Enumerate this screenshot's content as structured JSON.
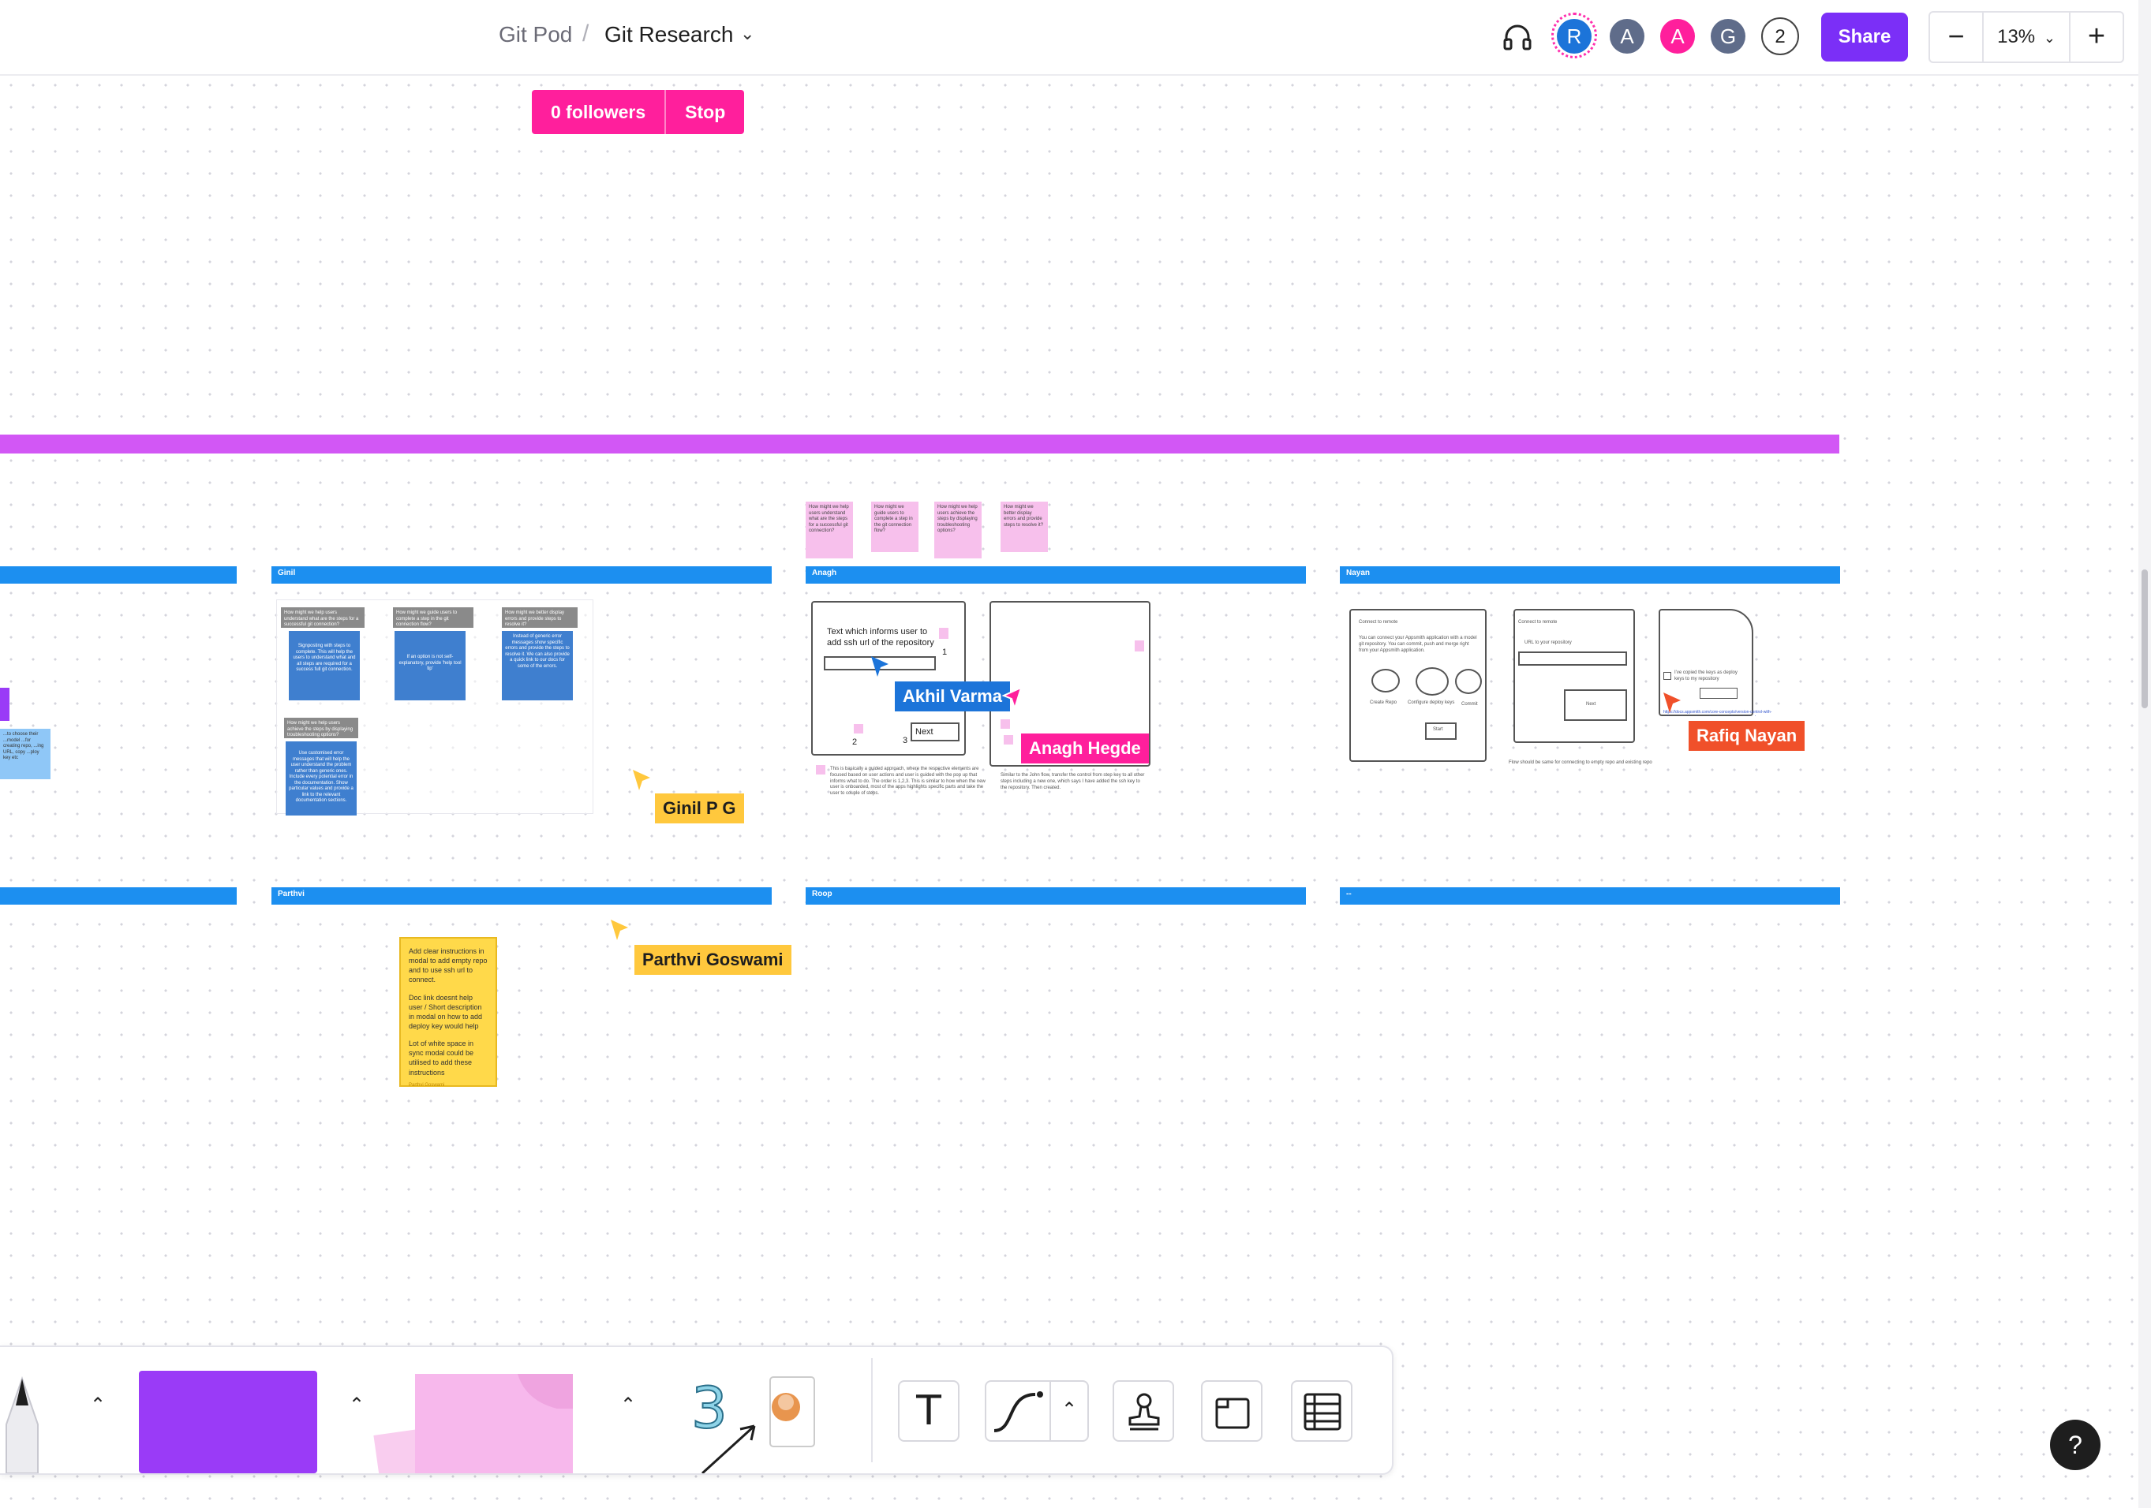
{
  "header": {
    "breadcrumb_parent": "Git Pod",
    "breadcrumb_separator": "/",
    "board_title": "Git Research",
    "dropdown_icon": "chevron-down-icon",
    "audio_icon": "headphones-icon",
    "avatars": [
      {
        "initial": "R",
        "color": "#1c74d9",
        "active": true
      },
      {
        "initial": "A",
        "color": "#5f6c8a"
      },
      {
        "initial": "A",
        "color": "#ff1f9c"
      },
      {
        "initial": "G",
        "color": "#5f6c8a"
      }
    ],
    "extra_users": "2",
    "share_label": "Share",
    "zoom_out_label": "−",
    "zoom_value": "13%",
    "zoom_in_label": "+"
  },
  "follow_banner": {
    "followers_label": "0 followers",
    "stop_label": "Stop",
    "color": "#ff1f9c"
  },
  "board": {
    "divider_color": "#d257f5",
    "lane_color": "#1c8ff0",
    "lanes_row1": [
      "",
      "Ginil",
      "Anagh",
      "Nayan"
    ],
    "lanes_row2": [
      "",
      "Parthvi",
      "Roop",
      "--"
    ],
    "pink_stickies": [
      "How might we help users understand what are the steps for a successful git connection?",
      "How might we guide users to complete a step in the git connection flow?",
      "How might we help users achieve the steps by displaying troubleshooting options?",
      "How might we better display errors and provide steps to resolve it?"
    ],
    "ginil_questions": [
      "How might we help users understand what are the steps for a successful git connection?",
      "How might we guide users to complete a step in the git connection flow?",
      "How might we better display errors and provide steps to resolve it?",
      "How might we help users achieve the steps by displaying troubleshooting options?"
    ],
    "ginil_answers": [
      "Signposting with steps to complete. This will help the users to understand what and all steps are required for a success full git connection.",
      "If an option is not self-explanatory, provide 'help tool tip'",
      "Instead of generic error messages show specific errors and provide the steps to resolve it. We can also provide a quick link to our docs for some of the errors.",
      "Use customised error messages that will help the user understand the problem rather than generic ones. Include every potential error in the documentation. Show particular values and provide a link to the relevant documentation sections."
    ],
    "anagh_sketch_text": "Text which informs user to add ssh url of the repository",
    "anagh_next": "Next",
    "anagh_numbers": [
      "1",
      "2",
      "3"
    ],
    "anagh_note1": "This is basically a guided approach, where the respective elements are focused based on user actions and user is guided with the pop up that informs what to do. The order is 1,2,3. This is similar to how when the new user is onboarded, most of the apps highlights specific parts and take the user to couple of steps.",
    "anagh_note2": "Similar to the John flow, transfer the control from step key to all other steps including a new one, which says I have added the ssh key to the repository. Then created.",
    "nayan_titles": [
      "Connect to remote",
      "Connect to remote"
    ],
    "nayan_desc": "You can connect your Appsmith application with a model git repository. You can commit, push and merge right from your Appsmith application.",
    "nayan_steps": [
      "Create Repo",
      "Configure deploy keys",
      "Commit"
    ],
    "nayan_start": "Start",
    "nayan_url": "URL to your repository",
    "nayan_next": "Next",
    "nayan_checkbox": "I've copied the keys as deploy keys to my repository",
    "nayan_link": "https://docs.appsmith.com/core-concepts/version-control-with-git/connecting-to-git-repository#generating-a-deploy-key",
    "nayan_caption": "Flow should be same for connecting to empty repo and existing repo",
    "left_partial_note": "...to choose their ...model ...for creating repo, ...ing URL, copy ...ploy key etc",
    "parthvi_note_lines": [
      "Add clear instructions  in modal to add empty repo and to use ssh url to connect.",
      "Doc link doesnt help user / Short description in modal on how to add deploy key would help",
      "Lot of white space in  sync modal could be utilised  to add these instructions"
    ],
    "parthvi_note_author": "Parthvi Goswami"
  },
  "collaborators": [
    {
      "name": "Akhil Varma",
      "color": "#1c74d9",
      "text_color": "#ffffff"
    },
    {
      "name": "Anagh Hegde",
      "color": "#ff1f9c",
      "text_color": "#ffffff"
    },
    {
      "name": "Rafiq Nayan",
      "color": "#f0502a",
      "text_color": "#ffffff"
    },
    {
      "name": "Ginil P G",
      "color": "#ffc83d",
      "text_color": "#1e1e1e"
    },
    {
      "name": "Parthvi Goswami",
      "color": "#ffc83d",
      "text_color": "#1e1e1e"
    }
  ],
  "toolbar": {
    "tools": [
      "pen-icon",
      "shape-swatch",
      "sticky-notes-icon",
      "stickers-icon",
      "text-tool-icon",
      "connector-icon",
      "stamp-icon",
      "frame-icon",
      "table-icon"
    ],
    "shape_color": "#9a3bf7",
    "sticky_color": "#f7b8ec",
    "text_tool_glyph": "T"
  },
  "help_label": "?"
}
